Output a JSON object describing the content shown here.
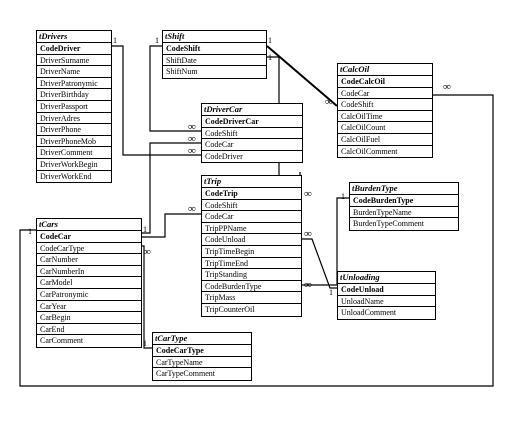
{
  "tables": {
    "drivers": {
      "name": "tDrivers",
      "fields": [
        "CodeDriver",
        "DriverSurname",
        "DriverName",
        "DriverPatronymic",
        "DriverBirthday",
        "DriverPassport",
        "DriverAdres",
        "DriverPhone",
        "DriverPhoneMob",
        "DriverComment",
        "DriverWorkBegin",
        "DriverWorkEnd"
      ]
    },
    "shift": {
      "name": "tShift",
      "fields": [
        "CodeShift",
        "ShiftDate",
        "ShiftNum"
      ]
    },
    "calcoil": {
      "name": "tCalcOil",
      "fields": [
        "CodeCalcOil",
        "CodeCar",
        "CodeShift",
        "CalcOilTime",
        "CalcOilCount",
        "CalcOilFuel",
        "CalcOilComment"
      ]
    },
    "drivercar": {
      "name": "tDriverCar",
      "fields": [
        "CodeDriverCar",
        "CodeShift",
        "CodeCar",
        "CodeDriver"
      ]
    },
    "trip": {
      "name": "tTrip",
      "fields": [
        "CodeTrip",
        "CodeShift",
        "CodeCar",
        "TripPPName",
        "CodeUnload",
        "TripTimeBegin",
        "TripTimeEnd",
        "TripStanding",
        "CodeBurdenType",
        "TripMass",
        "TripCounterOil"
      ]
    },
    "burdentype": {
      "name": "tBurdenType",
      "fields": [
        "CodeBurdenType",
        "BurdenTypeName",
        "BurdenTypeComment"
      ]
    },
    "unloading": {
      "name": "tUnloading",
      "fields": [
        "CodeUnload",
        "UnloadName",
        "UnloadComment"
      ]
    },
    "cars": {
      "name": "tCars",
      "fields": [
        "CodeCar",
        "CodeCarType",
        "CarNumber",
        "CarNumberIn",
        "CarModel",
        "CarPatronymic",
        "CarYear",
        "CarBegin",
        "CarEnd",
        "CarComment"
      ]
    },
    "cartype": {
      "name": "tCarType",
      "fields": [
        "CodeCarType",
        "CarTypeName",
        "CarTypeComment"
      ]
    }
  },
  "cardinality": {
    "one": "1",
    "many": "∞"
  },
  "relationships": [
    {
      "from": "tDrivers.CodeDriver",
      "to": "tDriverCar.CodeDriver",
      "type": "one-to-many"
    },
    {
      "from": "tShift.CodeShift",
      "to": "tDriverCar.CodeShift",
      "type": "one-to-many"
    },
    {
      "from": "tShift.CodeShift",
      "to": "tCalcOil.CodeShift",
      "type": "one-to-many"
    },
    {
      "from": "tShift.CodeShift",
      "to": "tTrip.CodeShift",
      "type": "one-to-many"
    },
    {
      "from": "tCars.CodeCar",
      "to": "tDriverCar.CodeCar",
      "type": "one-to-many"
    },
    {
      "from": "tCars.CodeCar",
      "to": "tTrip.CodeCar",
      "type": "one-to-many"
    },
    {
      "from": "tCars.CodeCar",
      "to": "tCalcOil.CodeCar",
      "type": "one-to-many"
    },
    {
      "from": "tCarType.CodeCarType",
      "to": "tCars.CodeCarType",
      "type": "one-to-many"
    },
    {
      "from": "tBurdenType.CodeBurdenType",
      "to": "tTrip.CodeBurdenType",
      "type": "one-to-many"
    },
    {
      "from": "tUnloading.CodeUnload",
      "to": "tTrip.CodeUnload",
      "type": "one-to-many"
    }
  ]
}
